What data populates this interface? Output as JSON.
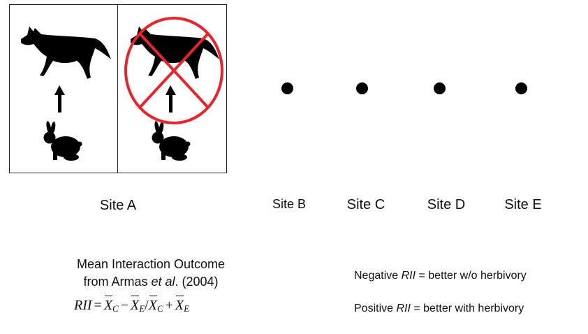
{
  "sites": {
    "a": "Site A",
    "b": "Site B",
    "c": "Site C",
    "d": "Site D",
    "e": "Site E"
  },
  "mean_outcome": {
    "line1": "Mean Interaction Outcome",
    "line2_prefix": "from Armas ",
    "line2_italic": "et al",
    "line2_suffix": ". (2004)"
  },
  "formula": {
    "lhs": "RII",
    "equals": "=",
    "x": "X",
    "sub_c": "C",
    "sub_e": "E",
    "minus": "−",
    "slash": "/",
    "plus": "+"
  },
  "legend": {
    "negative_word": "Negative ",
    "negative_rii": "RII",
    "negative_rest": " = better w/o herbivory",
    "positive_word": "Positive ",
    "positive_rii": "RII",
    "positive_rest": " = better with herbivory"
  },
  "icons": {
    "predator": "fox-silhouette-icon",
    "prey": "hare-silhouette-icon",
    "arrow": "up-arrow-icon",
    "exclusion": "prohibition-sign-icon"
  },
  "colors": {
    "silhouette": "#000000",
    "prohibition": "#e8242b",
    "border": "#222222"
  }
}
